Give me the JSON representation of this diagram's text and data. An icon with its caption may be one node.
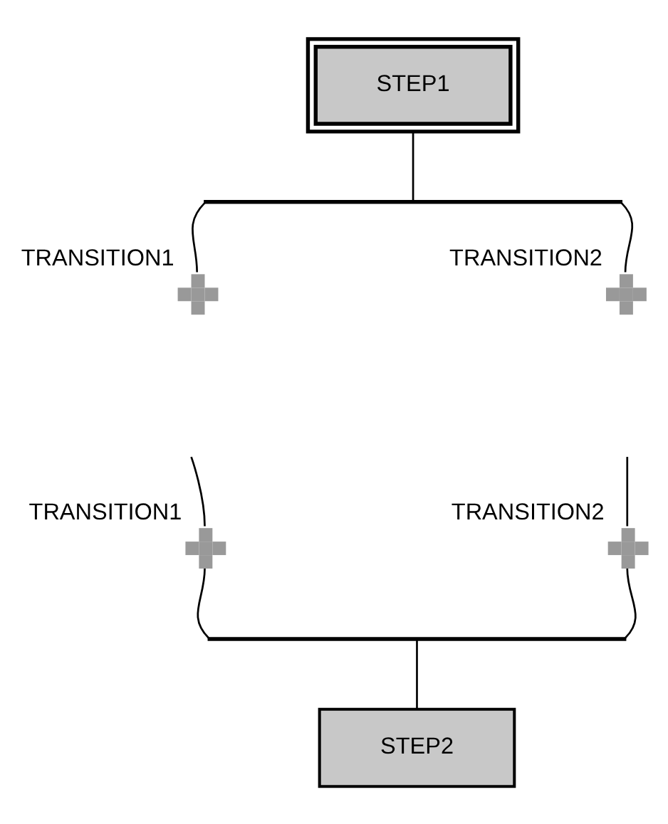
{
  "diagram": {
    "nodes": [
      {
        "text": [
          "STEP1"
        ]
      },
      {
        "text": [],
        "shape": "bar"
      },
      {
        "text": [],
        "shape": "cross",
        "beside": [
          "TRANSITION1"
        ]
      },
      {
        "text": [],
        "shape": "cross",
        "beside": [
          "TRANSITION2"
        ]
      },
      {
        "text": [],
        "shape": "cross",
        "beside": [
          "TRANSITION1"
        ]
      },
      {
        "text": [],
        "shape": "cross",
        "beside": [
          "TRANSITION2"
        ]
      },
      {
        "text": [],
        "shape": "bar"
      },
      {
        "text": [
          "STEP2"
        ]
      }
    ],
    "edges": [
      {
        "from": 0,
        "to": 1,
        "arrow": "none"
      },
      {
        "from": 1,
        "to": 2,
        "arrow": "none"
      },
      {
        "from": 1,
        "to": 3,
        "arrow": "none"
      },
      {
        "from": null,
        "to": 4,
        "arrow": "none"
      },
      {
        "from": null,
        "to": 5,
        "arrow": "none"
      },
      {
        "from": 4,
        "to": 6,
        "arrow": "none"
      },
      {
        "from": 5,
        "to": 6,
        "arrow": "none"
      },
      {
        "from": 6,
        "to": 7,
        "arrow": "none"
      }
    ]
  }
}
